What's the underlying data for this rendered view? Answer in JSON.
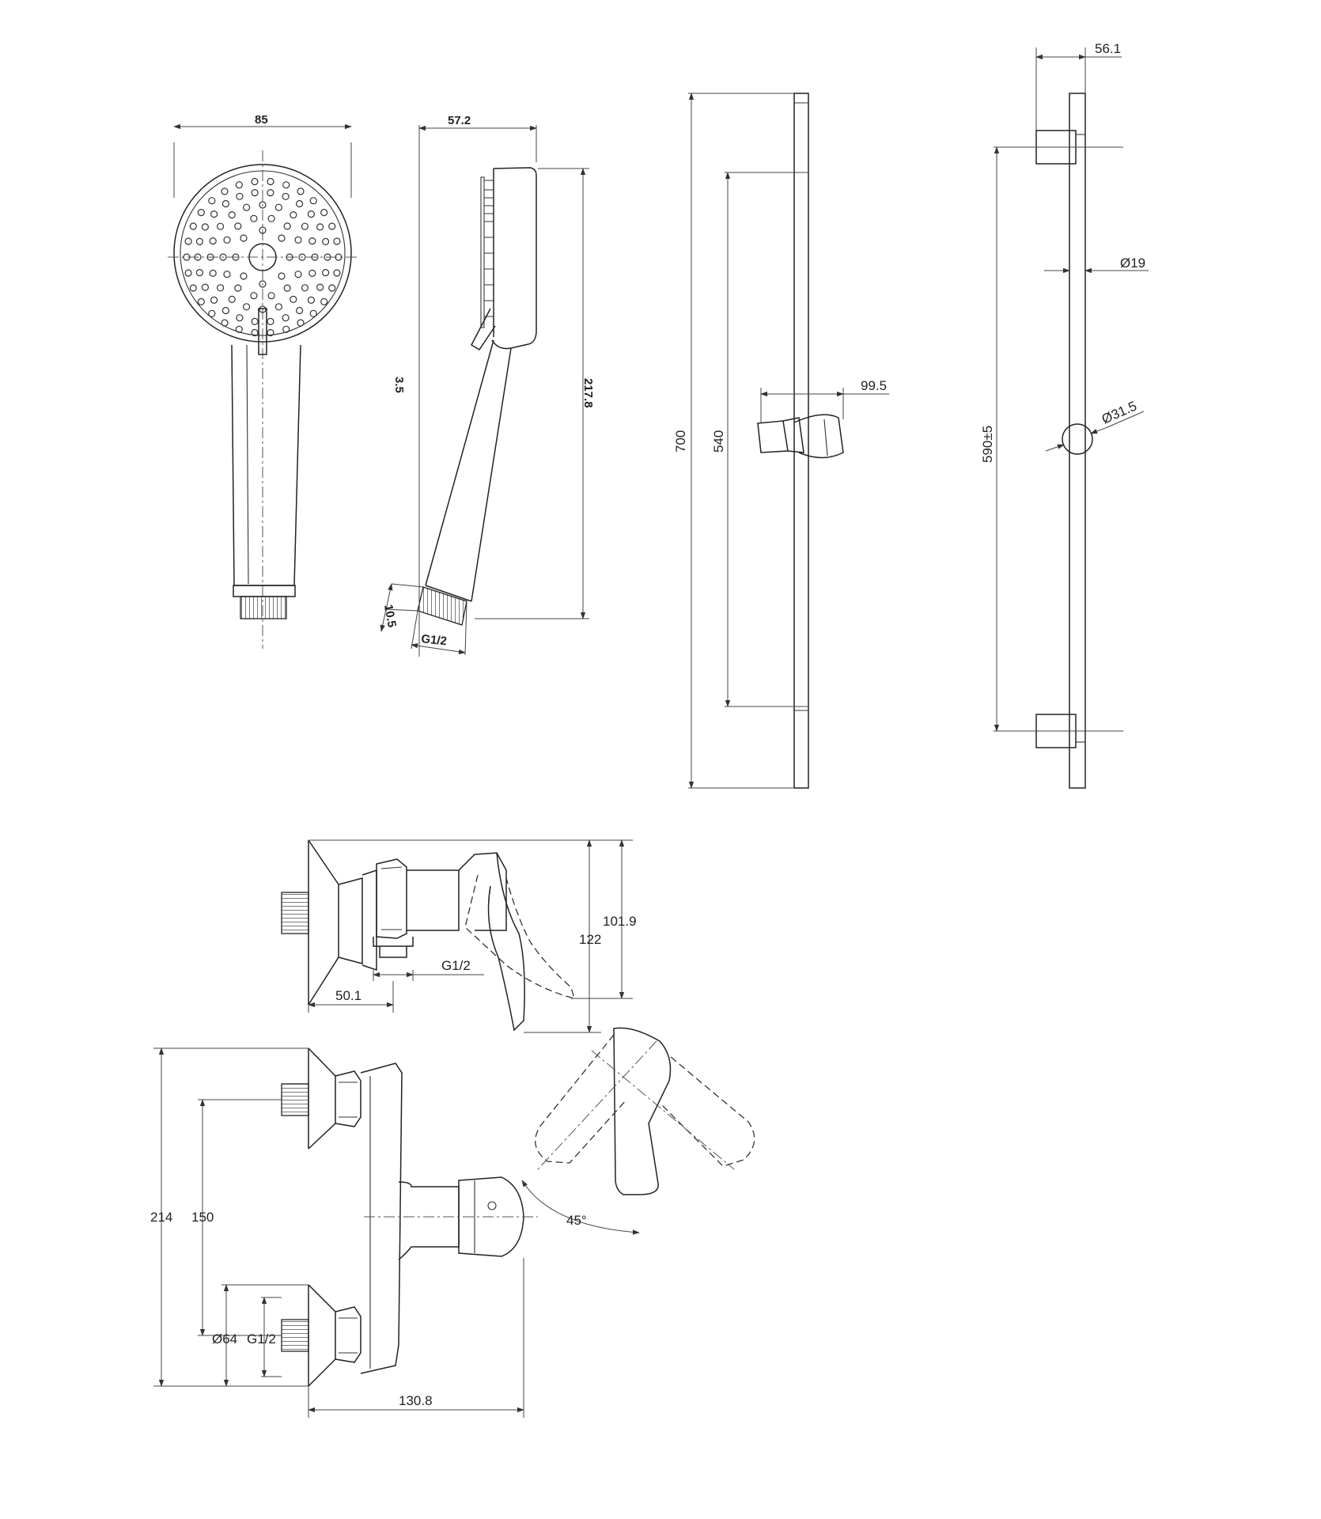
{
  "hand_shower_front": {
    "width_label": "85"
  },
  "hand_shower_side": {
    "depth_label": "57.2",
    "height_label": "217.8",
    "offset_label": "3.5",
    "thread_length_label": "10.5",
    "thread_label": "G1/2"
  },
  "slide_rail": {
    "total_length_label": "700",
    "slide_travel_label": "540",
    "holder_projection_label": "99.5"
  },
  "rail_side": {
    "projection_label": "56.1",
    "rail_diameter_label": "Ø19",
    "knob_diameter_label": "Ø31.5",
    "bracket_spacing_label": "590±5"
  },
  "mixer_top": {
    "height_total_label": "122",
    "height_body_label": "101.9",
    "thread_label": "G1/2",
    "outlet_offset_label": "50.1"
  },
  "mixer_front": {
    "height_label": "214",
    "centres_label": "150",
    "flange_label": "Ø64",
    "thread_label": "G1/2",
    "width_label": "130.8",
    "angle_label": "45°"
  }
}
